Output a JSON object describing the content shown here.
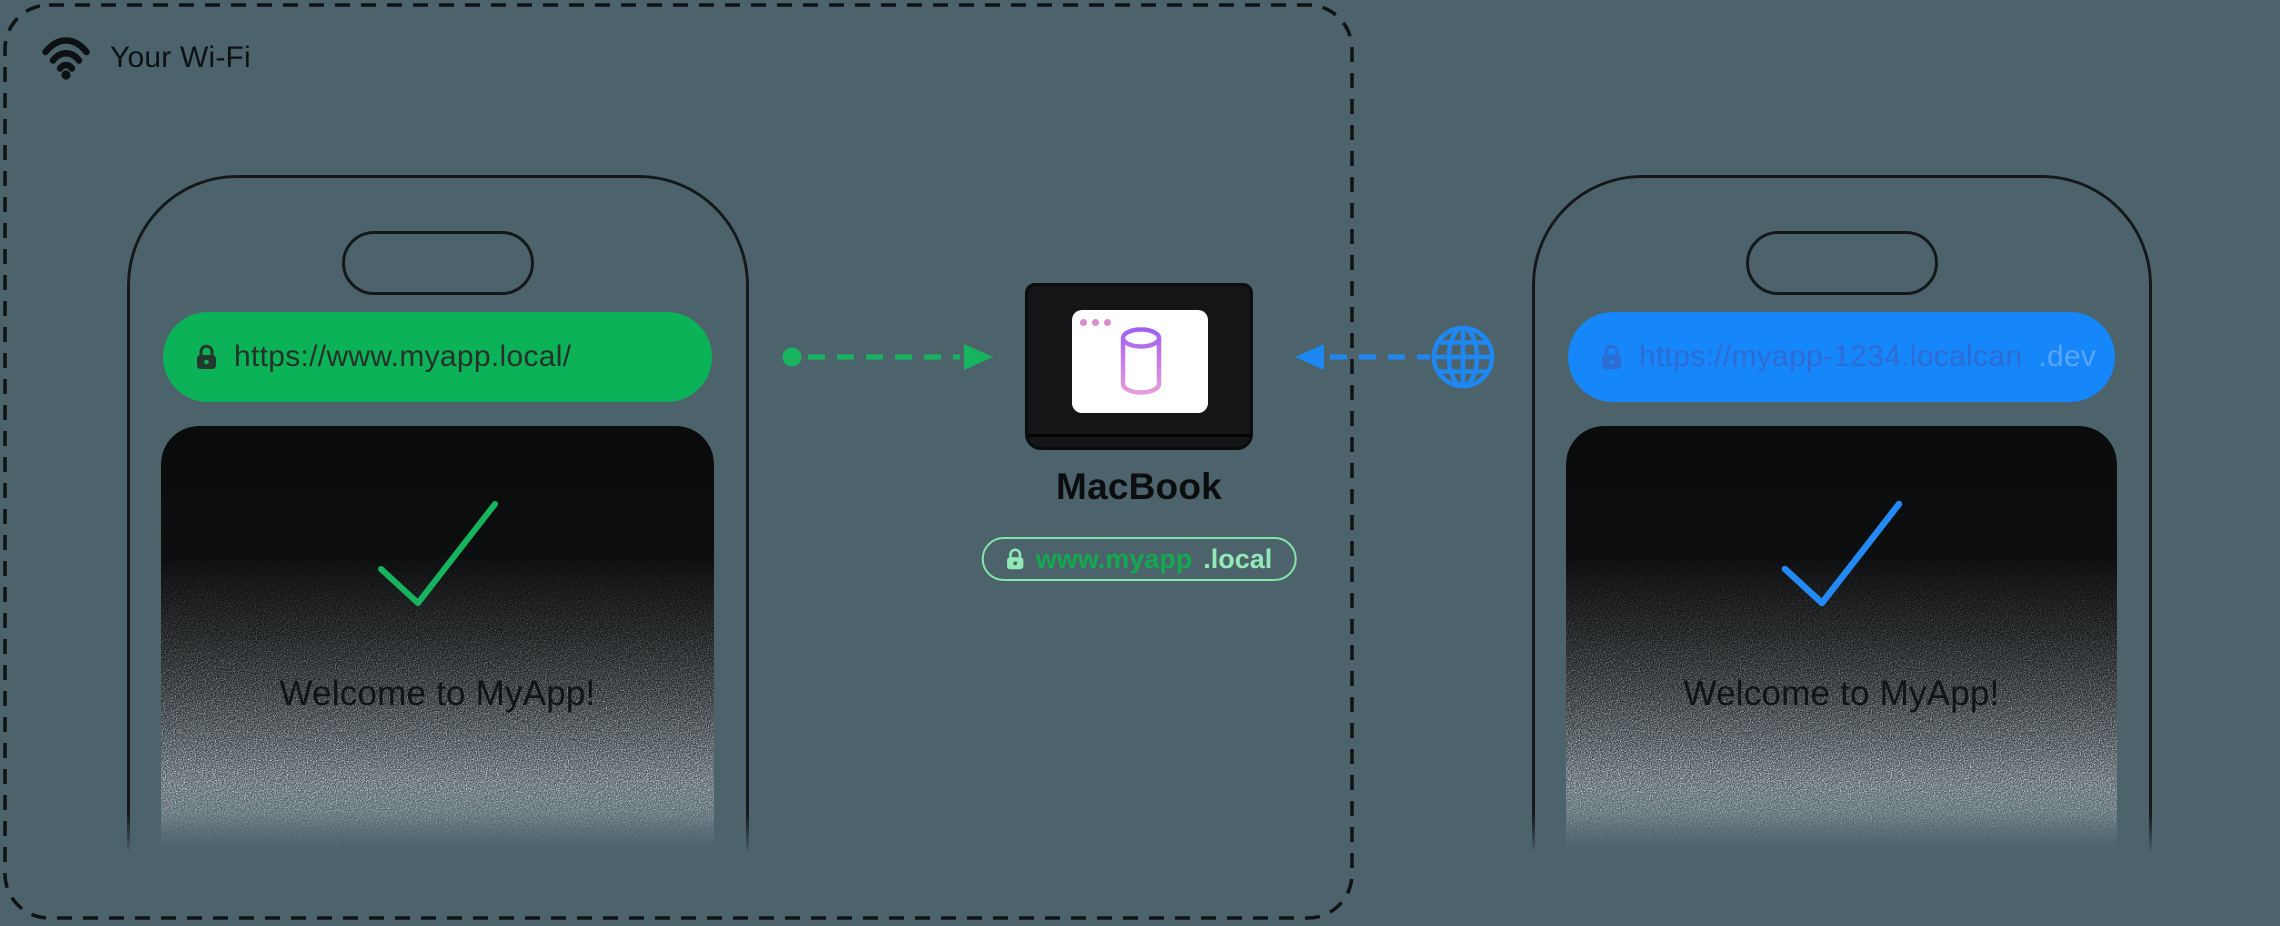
{
  "colors": {
    "background": "#4d636c",
    "green": "#0cb258",
    "blue": "#1587fb",
    "mint": "#8fe9b6",
    "purple": "#9d5ef0",
    "pink": "#eda0d8",
    "ink": "#101314"
  },
  "wifi_zone": {
    "label": "Your Wi-Fi"
  },
  "local_phone": {
    "url": "https://www.myapp.local/",
    "message": "Welcome to MyApp!"
  },
  "macbook": {
    "label": "MacBook",
    "badge_host": "www.myapp",
    "badge_tld": ".local"
  },
  "remote_phone": {
    "url_host": "https://myapp-1234.localcan",
    "url_tld": ".dev",
    "message": "Welcome to MyApp!"
  }
}
